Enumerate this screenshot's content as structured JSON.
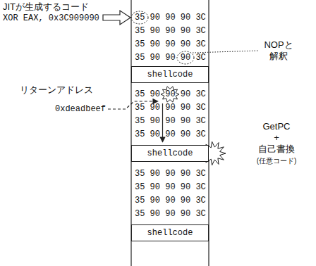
{
  "diagram": {
    "nodes": [
      {
        "text": [
          "shellcode"
        ]
      },
      {
        "text": [
          "shellcode"
        ]
      },
      {
        "text": [
          "shellcode"
        ]
      }
    ],
    "labels": [
      "JITが生成するコード",
      "XOR EAX, 0x3C909090",
      "35 90 90 90 3C",
      "35 90 90 90 3C",
      "35 90 90 90 3C",
      "35 90 90 90 3C",
      "NOPと 解釈",
      "リターンアドレス",
      "0xdeadbeef",
      "35 90 90 90 3C",
      "35 90 90 90 3C",
      "35 90 90 90 3C",
      "35 90 90 90 3C",
      "GetPC",
      "+",
      "自己書換",
      "(任意コード)",
      "35 90 90 90 3C",
      "35 90 90 90 3C",
      "35 90 90 90 3C",
      "35 90 90 90 3C"
    ]
  }
}
